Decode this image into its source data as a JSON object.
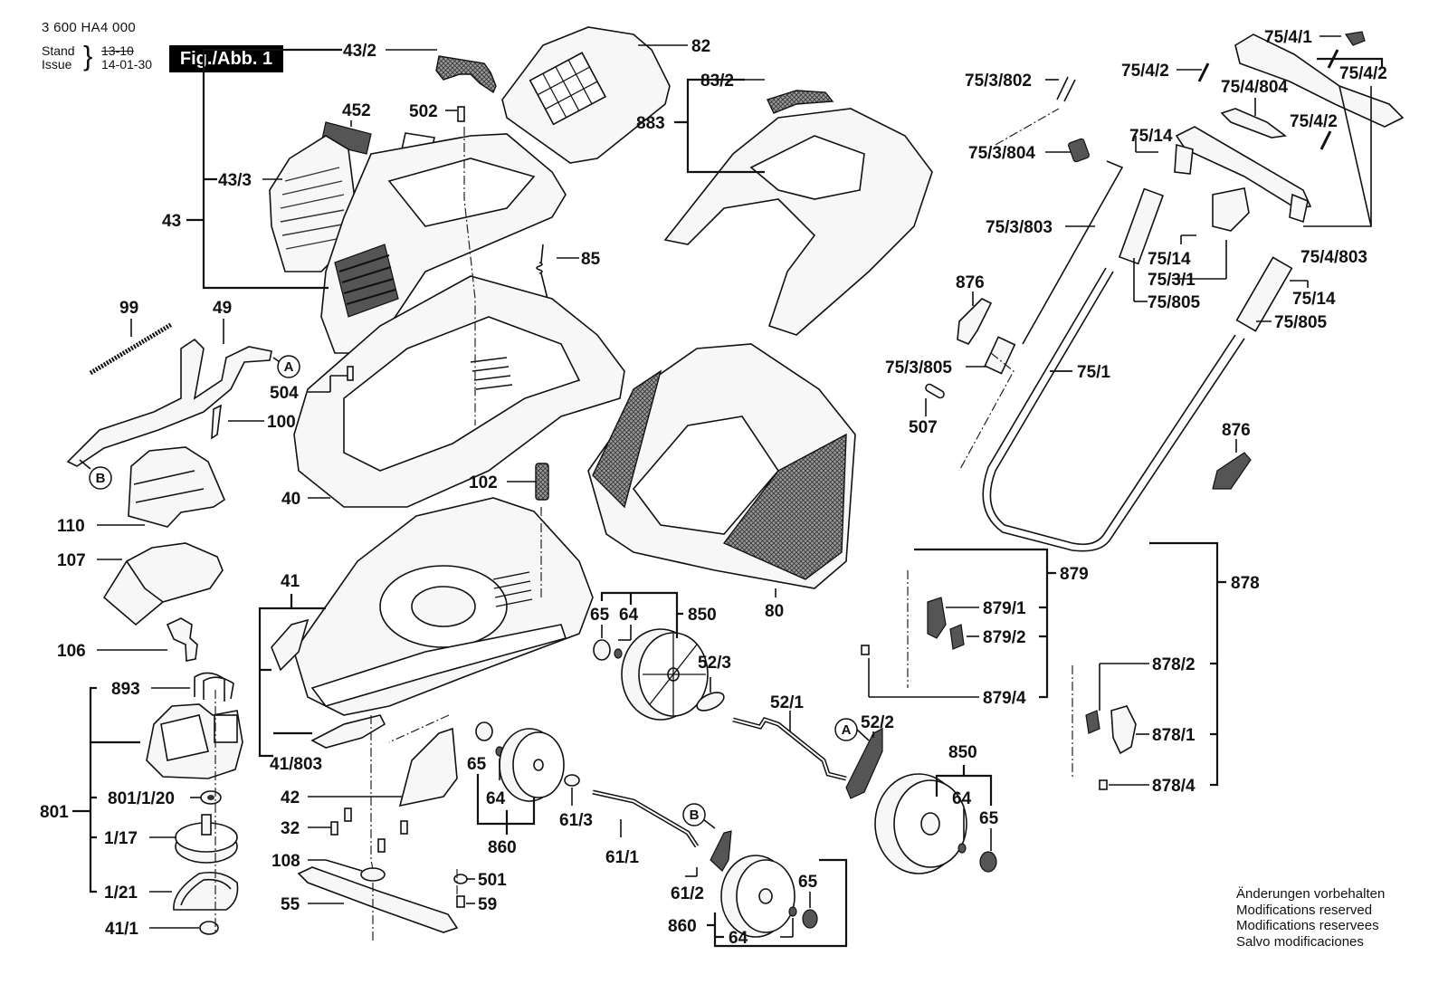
{
  "header": {
    "part_number": "3 600 HA4 000",
    "stand_label": "Stand",
    "issue_label": "Issue",
    "brace": "}",
    "stand_value_struck": "13-10",
    "issue_value": "14-01-30",
    "figure_badge": "Fig./Abb. 1"
  },
  "notes": {
    "line1": "Änderungen vorbehalten",
    "line2": "Modifications reserved",
    "line3": "Modifications reservees",
    "line4": "Salvo modificaciones"
  },
  "callout_markers": {
    "a": "A",
    "b": "B"
  },
  "labels": {
    "l43_2": "43/2",
    "l82": "82",
    "l83_2": "83/2",
    "l883": "883",
    "l452": "452",
    "l502": "502",
    "l43_3": "43/3",
    "l43": "43",
    "l85": "85",
    "l99": "99",
    "l49": "49",
    "l504": "504",
    "l100": "100",
    "l40": "40",
    "l110": "110",
    "l107": "107",
    "l102": "102",
    "l41": "41",
    "l106": "106",
    "l893": "893",
    "l801": "801",
    "l801_1_20": "801/1/20",
    "l1_17": "1/17",
    "l1_21": "1/21",
    "l41_1": "41/1",
    "l41_803": "41/803",
    "l42": "42",
    "l32": "32",
    "l108": "108",
    "l55": "55",
    "l501": "501",
    "l59": "59",
    "l80": "80",
    "l65a": "65",
    "l64a": "64",
    "l850a": "850",
    "l52_3": "52/3",
    "l52_1": "52/1",
    "l52_2": "52/2",
    "l65b": "65",
    "l64b": "64",
    "l860a": "860",
    "l61_3": "61/3",
    "l61_1": "61/1",
    "l61_2": "61/2",
    "l65c": "65",
    "l860b": "860",
    "l64c": "64",
    "l850b": "850",
    "l64d": "64",
    "l65d": "65",
    "l75_4_1": "75/4/1",
    "l75_4_2a": "75/4/2",
    "l75_4_2b": "75/4/2",
    "l75_4_2c": "75/4/2",
    "l75_3_802": "75/3/802",
    "l75_4_804": "75/4/804",
    "l75_14a": "75/14",
    "l75_3_804": "75/3/804",
    "l75_3_803": "75/3/803",
    "l75_14b": "75/14",
    "l75_4_803": "75/4/803",
    "l75_3_1": "75/3/1",
    "l75_805a": "75/805",
    "l75_14c": "75/14",
    "l75_805b": "75/805",
    "l876a": "876",
    "l75_3_805": "75/3/805",
    "l75_1": "75/1",
    "l507": "507",
    "l876b": "876",
    "l879": "879",
    "l879_1": "879/1",
    "l879_2": "879/2",
    "l879_4": "879/4",
    "l878": "878",
    "l878_2": "878/2",
    "l878_1": "878/1",
    "l878_4": "878/4"
  }
}
